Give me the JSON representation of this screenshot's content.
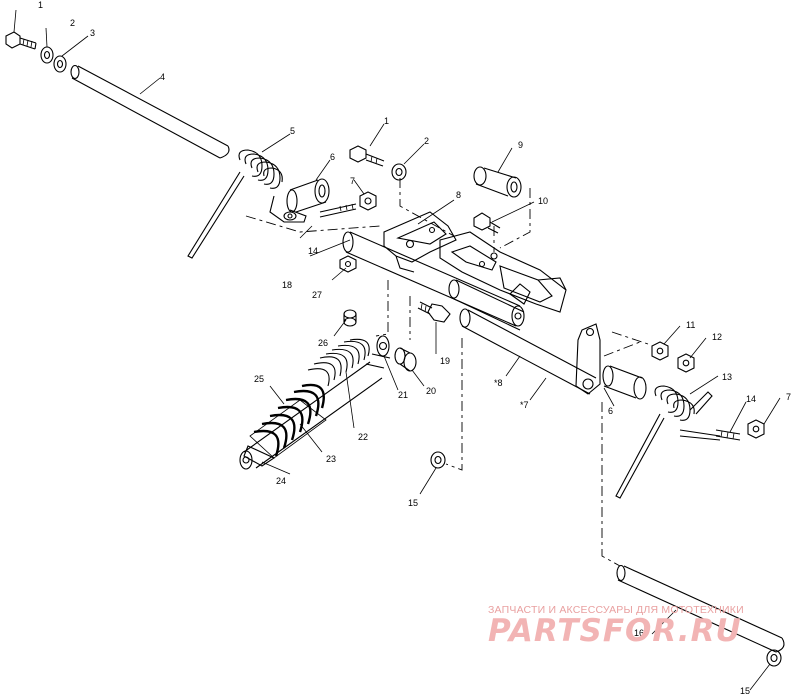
{
  "callouts": {
    "c1a": "1",
    "c2a": "2",
    "c3a": "3",
    "c4": "4",
    "c5": "5",
    "c6a": "6",
    "c7a": "7",
    "c18": "18",
    "c14a": "14",
    "c27": "27",
    "c1b": "1",
    "c2b": "2",
    "c9": "9",
    "c10": "10",
    "c8": "8",
    "c26": "26",
    "c19": "19",
    "c21": "21",
    "c20": "20",
    "c25": "25",
    "c22": "22",
    "c23": "23",
    "c24": "24",
    "c15a": "15",
    "c8b": "*8",
    "c17": "*7",
    "c6b": "6",
    "c11": "11",
    "c12": "12",
    "c13": "13",
    "c14b": "14",
    "c7b": "7",
    "c16": "16",
    "c15b": "15"
  },
  "watermark": {
    "tagline": "ЗАПЧАСТИ И АКСЕССУАРЫ ДЛЯ МОТОТЕХНИКИ",
    "logo": "PARTSFOR.RU"
  }
}
